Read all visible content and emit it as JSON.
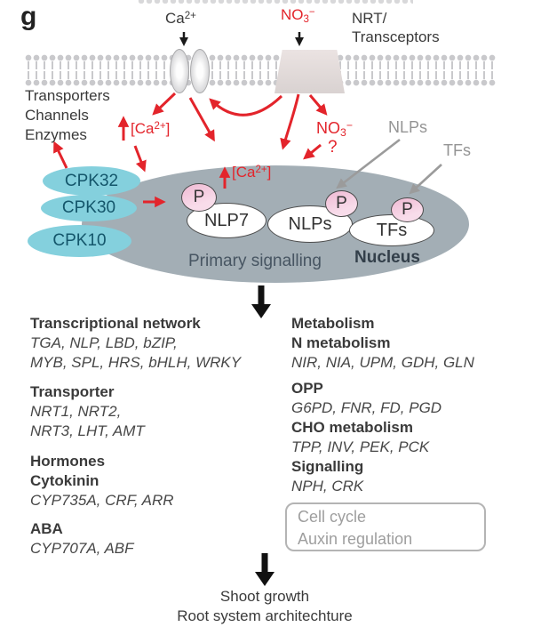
{
  "panel_label": "g",
  "top": {
    "ca": {
      "base": "Ca",
      "sup": "2+"
    },
    "no3": {
      "base": "NO",
      "sub": "3",
      "sup": "−"
    },
    "receptor": [
      "NRT/",
      "Transceptors"
    ]
  },
  "membrane_left_labels": [
    "Transporters",
    "Channels",
    "Enzymes"
  ],
  "signals": {
    "ca_conc": {
      "open": "[Ca",
      "sup": "2+",
      "close": "]"
    },
    "no3_mid": {
      "base": "NO",
      "sub": "3",
      "sup": "−"
    },
    "question": "?"
  },
  "gray_labels": {
    "nlps": "NLPs",
    "tfs": "TFs"
  },
  "cpks": [
    "CPK32",
    "CPK30",
    "CPK10"
  ],
  "nucleus": {
    "proteins": [
      "NLP7",
      "NLPs",
      "TFs"
    ],
    "phospho": "P",
    "caption": "Primary signalling",
    "name": "Nucleus"
  },
  "gene_columns": {
    "left": [
      {
        "heading": [
          "Transcriptional network"
        ],
        "genes": [
          "TGA, NLP, LBD, bZIP,",
          "MYB, SPL, HRS, bHLH, WRKY"
        ]
      },
      {
        "heading": [
          "Transporter"
        ],
        "genes": [
          "NRT1, NRT2,",
          "NRT3, LHT, AMT"
        ]
      },
      {
        "heading": [
          "Hormones",
          "Cytokinin"
        ],
        "genes": [
          "CYP735A, CRF, ARR"
        ]
      },
      {
        "heading": [
          "ABA"
        ],
        "genes": [
          "CYP707A, ABF"
        ]
      }
    ],
    "right": [
      {
        "heading": [
          "Metabolism",
          "N metabolism"
        ],
        "genes": [
          "NIR, NIA, UPM, GDH, GLN"
        ]
      },
      {
        "heading": [
          "OPP"
        ],
        "genes": [
          "G6PD, FNR, FD, PGD"
        ]
      },
      {
        "heading": [
          "CHO metabolism"
        ],
        "genes": [
          "TPP, INV, PEK, PCK"
        ]
      },
      {
        "heading": [
          "Signalling"
        ],
        "genes": [
          "NPH, CRK"
        ]
      }
    ]
  },
  "side_box": [
    "Cell cycle",
    "Auxin regulation"
  ],
  "outcome": [
    "Shoot growth",
    "Root system architechture"
  ],
  "colors": {
    "red": "#e3242b",
    "cpk_cyan": "#84d0dd",
    "nucleus_gray": "#a3aeb5",
    "membrane_gray": "#c9c9cc",
    "label_gray": "#949494",
    "dark_text": "#3a3a3a"
  }
}
